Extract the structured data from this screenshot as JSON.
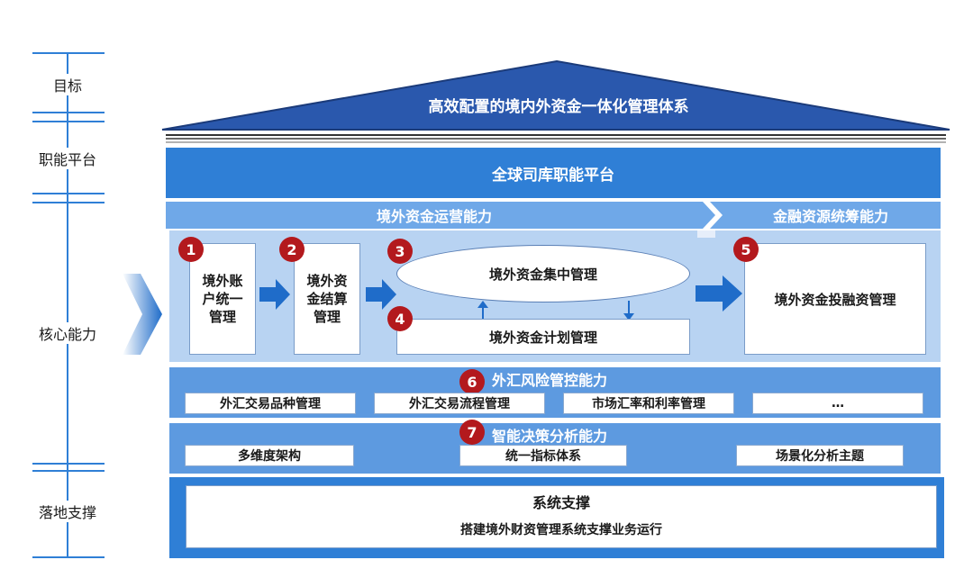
{
  "axis": {
    "goal": "目标",
    "function_platform": "职能平台",
    "core_capability": "核心能力",
    "implementation_support": "落地支撑"
  },
  "roof": {
    "title": "高效配置的境内外资金一体化管理体系"
  },
  "platform": {
    "title": "全球司库职能平台"
  },
  "bands": {
    "operations": "境外资金运营能力",
    "financing": "金融资源统筹能力"
  },
  "core": {
    "items": [
      {
        "num": "1",
        "lines": [
          "境外账",
          "户统一",
          "管理"
        ]
      },
      {
        "num": "2",
        "lines": [
          "境外资",
          "金结算",
          "管理"
        ]
      },
      {
        "num": "3",
        "label": "境外资金集中管理"
      },
      {
        "num": "4",
        "label": "境外资金计划管理"
      },
      {
        "num": "5",
        "label": "境外资金投融资管理"
      }
    ]
  },
  "fx_risk": {
    "num": "6",
    "title": "外汇风险管控能力",
    "tags": [
      "外汇交易品种管理",
      "外汇交易流程管理",
      "市场汇率和利率管理",
      "…"
    ]
  },
  "decision": {
    "num": "7",
    "title": "智能决策分析能力",
    "tags": [
      "多维度架构",
      "统一指标体系",
      "场景化分析主题"
    ]
  },
  "support": {
    "title": "系统支撑",
    "subtitle": "搭建境外财资管理系统支撑业务运行"
  },
  "colors": {
    "primary": "#2f7fd6",
    "light_band": "#6fa8e8",
    "panel": "#b8d3f2",
    "badge": "#b3191d",
    "roof": "#2a58ad"
  }
}
